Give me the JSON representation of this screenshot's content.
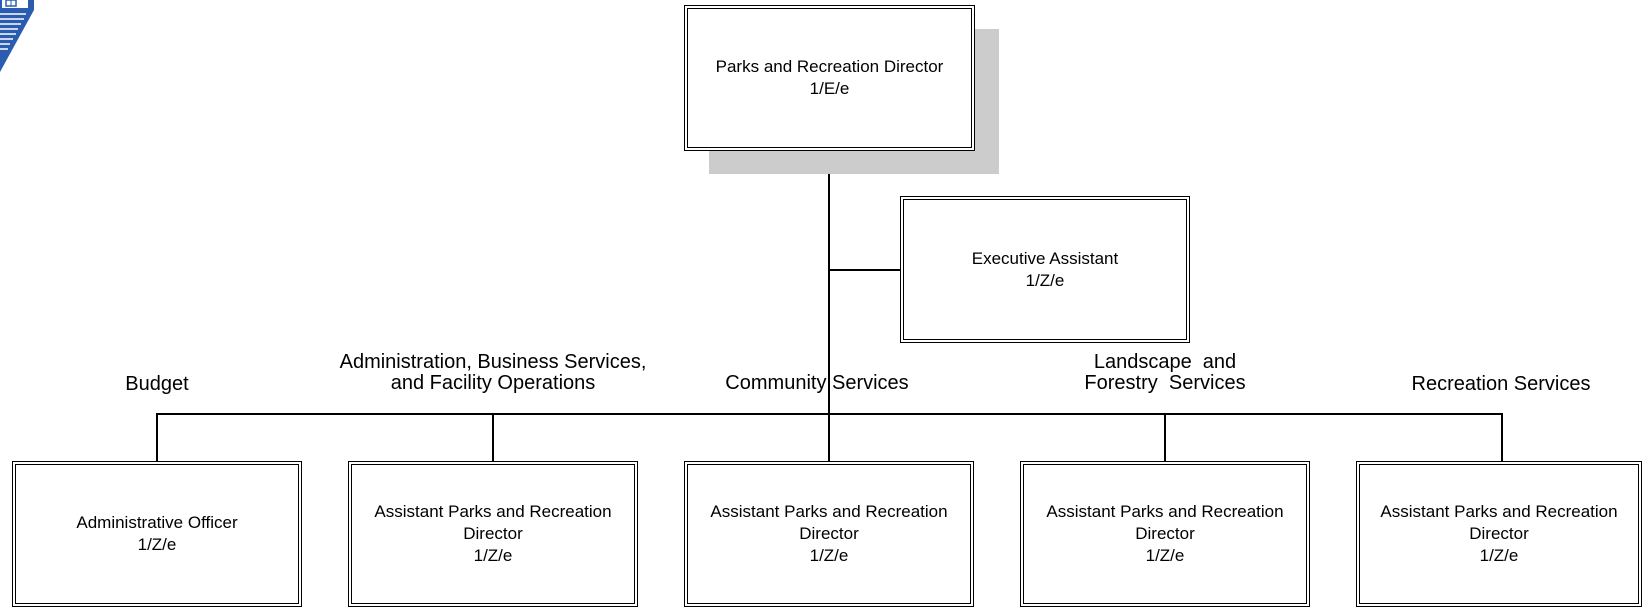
{
  "colors": {
    "line": "#000000",
    "box_border": "#000000",
    "box_fill": "#ffffff",
    "shadow": "#cccccc",
    "logo_blue": "#2a5db0"
  },
  "logo": {
    "icon": "city-logo-icon"
  },
  "director": {
    "title": "Parks and Recreation Director",
    "code": "1/E/e"
  },
  "executive_assistant": {
    "title": "Executive Assistant",
    "code": "1/Z/e"
  },
  "divisions": [
    {
      "label": "Budget",
      "position": {
        "title_lines": [
          "Administrative Officer"
        ],
        "code": "1/Z/e"
      }
    },
    {
      "label": "Administration, Business Services,\nand Facility Operations",
      "position": {
        "title_lines": [
          "Assistant Parks and Recreation",
          "Director"
        ],
        "code": "1/Z/e"
      }
    },
    {
      "label": "Community Services",
      "position": {
        "title_lines": [
          "Assistant Parks and Recreation",
          "Director"
        ],
        "code": "1/Z/e"
      }
    },
    {
      "label": "Landscape  and\nForestry  Services",
      "position": {
        "title_lines": [
          "Assistant Parks and Recreation",
          "Director"
        ],
        "code": "1/Z/e"
      }
    },
    {
      "label": "Recreation Services",
      "position": {
        "title_lines": [
          "Assistant Parks and Recreation",
          "Director"
        ],
        "code": "1/Z/e"
      }
    }
  ]
}
